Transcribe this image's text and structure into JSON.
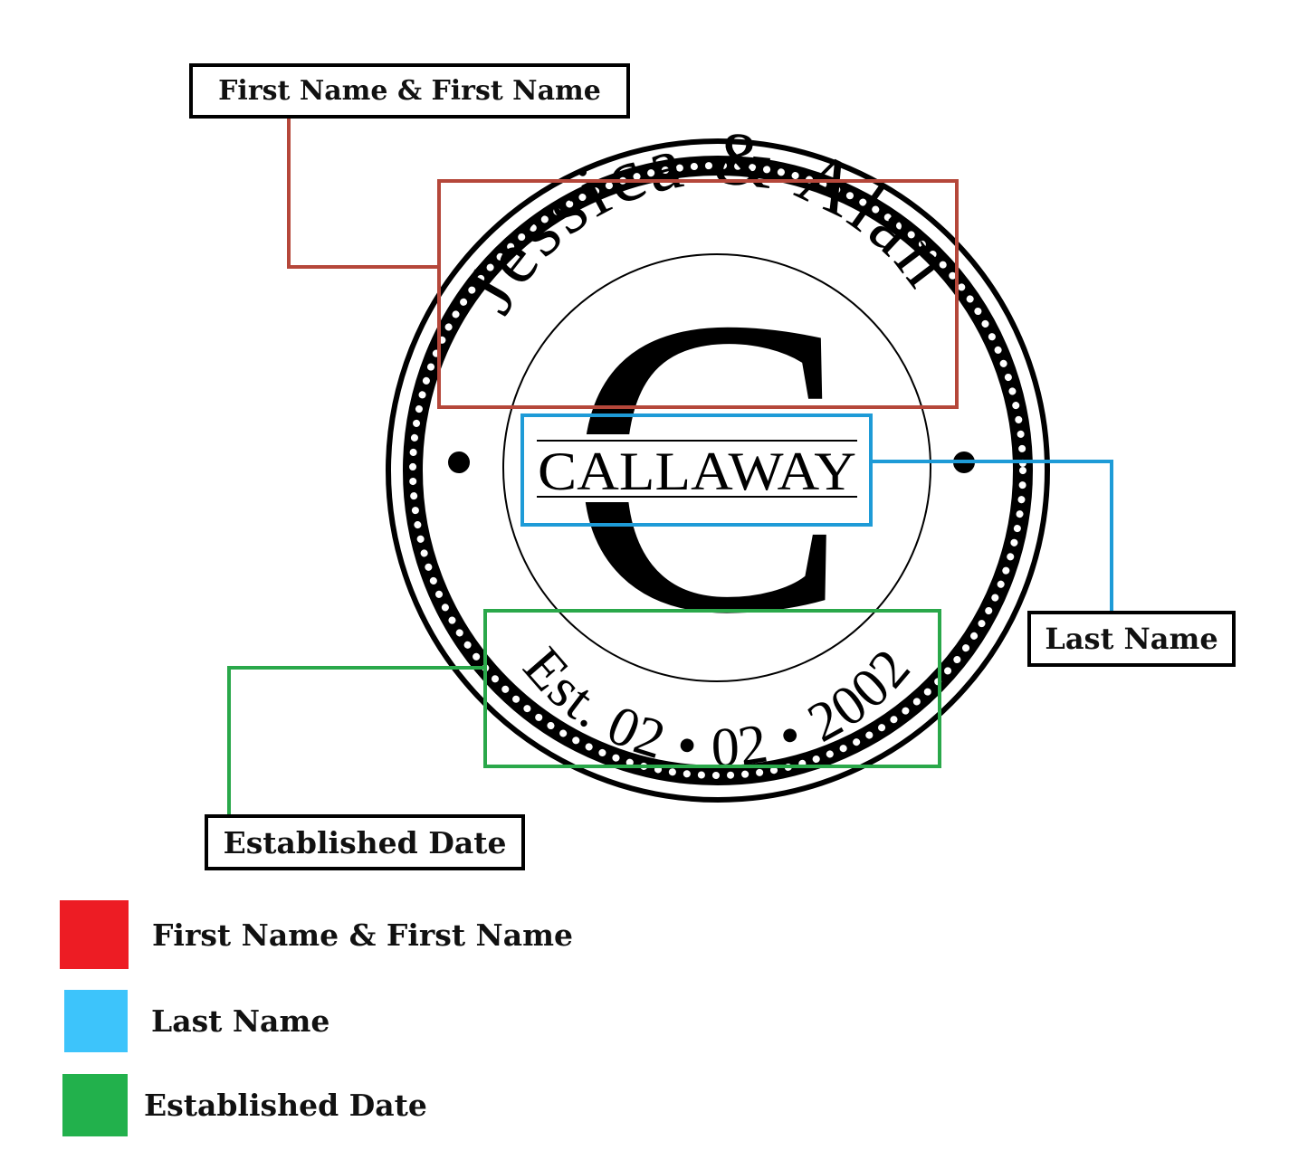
{
  "seal": {
    "first_names": "Jessica & Alan",
    "monogram": "C",
    "last_name": "CALLAWAY",
    "established": "Est. 02 • 02 • 2002"
  },
  "callouts": {
    "first_names": "First Name & First Name",
    "last_name": "Last Name",
    "established": "Established Date"
  },
  "legend": [
    {
      "label": "First Name & First Name",
      "color": "#ed1c24"
    },
    {
      "label": "Last Name",
      "color": "#3dc4fb"
    },
    {
      "label": "Established Date",
      "color": "#22b14c"
    }
  ],
  "colors": {
    "first_names_box": "#b5473a",
    "last_name_box": "#1e9bd7",
    "established_box": "#2aa84a",
    "ink": "#000000"
  }
}
